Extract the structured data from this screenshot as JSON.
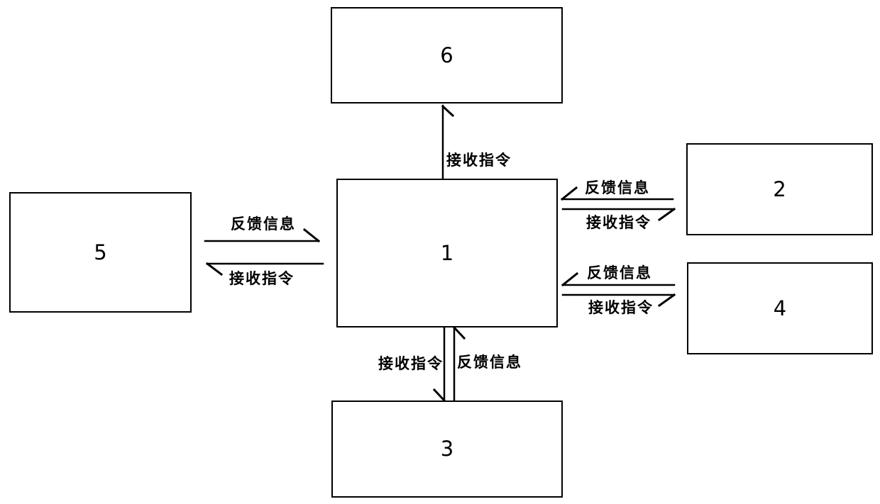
{
  "diagram": {
    "type": "block-diagram",
    "boxes": {
      "b1": {
        "label": "1"
      },
      "b2": {
        "label": "2"
      },
      "b3": {
        "label": "3"
      },
      "b4": {
        "label": "4"
      },
      "b5": {
        "label": "5"
      },
      "b6": {
        "label": "6"
      }
    },
    "edge_labels": {
      "command_1_to_6": {
        "label": "接收指令"
      },
      "feedback_5_to_1": {
        "label": "反馈信息"
      },
      "command_1_to_5": {
        "label": "接收指令"
      },
      "feedback_2_to_1": {
        "label": "反馈信息"
      },
      "command_1_to_2": {
        "label": "接收指令"
      },
      "feedback_4_to_1": {
        "label": "反馈信息"
      },
      "command_1_to_4": {
        "label": "接收指令"
      },
      "command_1_to_3": {
        "label": "接收指令"
      },
      "feedback_3_to_1": {
        "label": "反馈信息"
      }
    },
    "colors": {
      "line": "#000000",
      "background": "#ffffff"
    }
  }
}
